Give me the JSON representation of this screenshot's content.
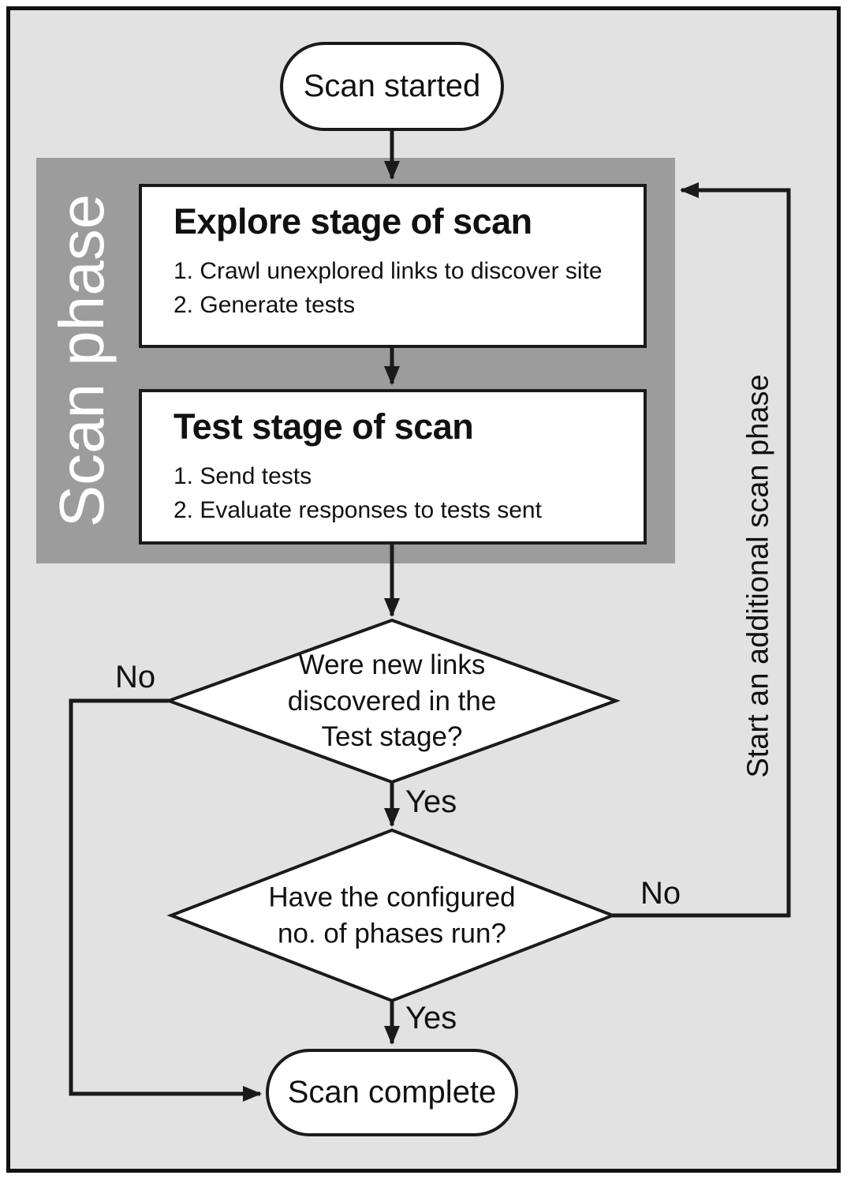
{
  "colors": {
    "canvas_background": "#e3e2e2",
    "phase_box": "#9c9c9c",
    "shape_fill": "#ffffff",
    "line": "#1a1a1a",
    "phase_label_text": "#ffffff"
  },
  "nodes": {
    "start": {
      "label": "Scan started"
    },
    "phase": {
      "label": "Scan phase",
      "explore": {
        "title": "Explore stage of scan",
        "items": [
          "1. Crawl unexplored links to discover site",
          "2. Generate tests"
        ]
      },
      "test": {
        "title": "Test stage of scan",
        "items": [
          "1. Send tests",
          "2. Evaluate responses to tests sent"
        ]
      }
    },
    "decision_new_links": {
      "lines": [
        "Were new links",
        "discovered in the",
        "Test stage?"
      ],
      "no_label": "No",
      "yes_label": "Yes"
    },
    "decision_phases": {
      "lines": [
        "Have the configured",
        "no. of phases run?"
      ],
      "no_label": "No",
      "yes_label": "Yes"
    },
    "loop_label": "Start an additional scan phase",
    "end": {
      "label": "Scan complete"
    }
  }
}
